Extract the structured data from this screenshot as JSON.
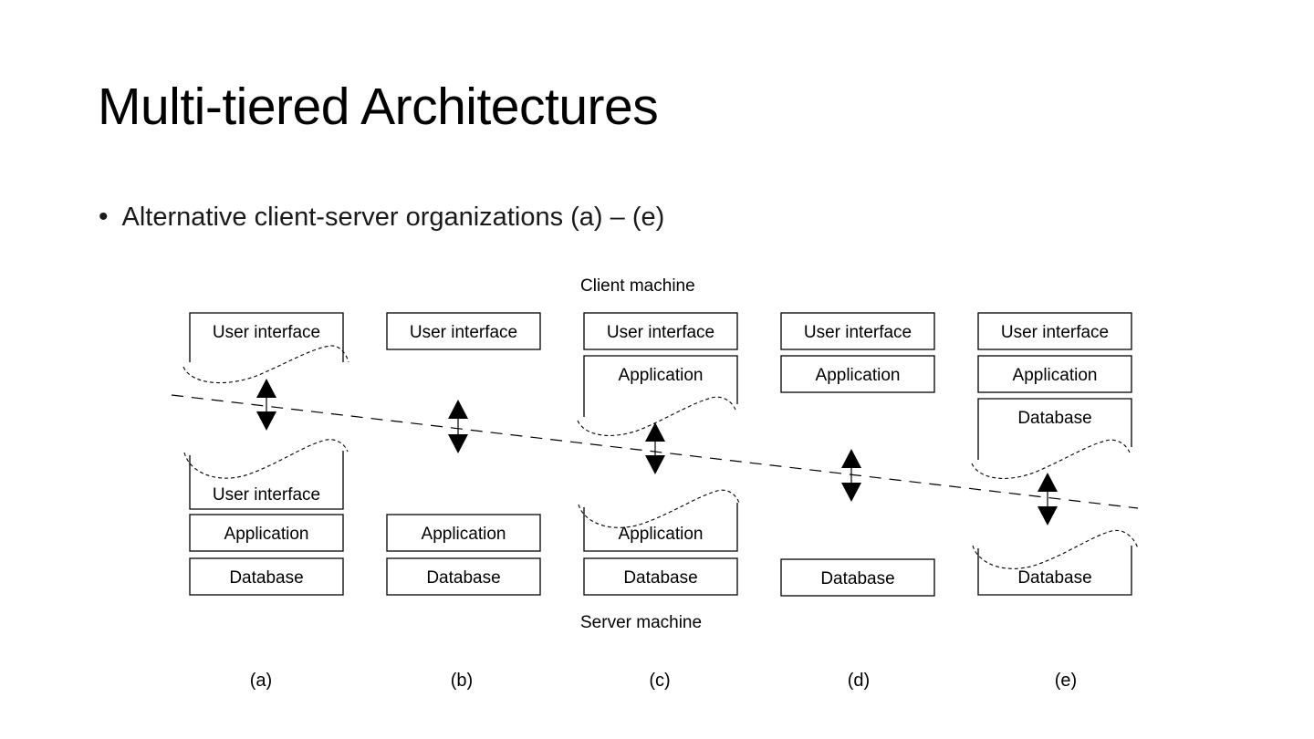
{
  "slide": {
    "title": "Multi-tiered Architectures",
    "bullet_marker": "•",
    "bullet_text": "Alternative client-server organizations (a) – (e)"
  },
  "diagram": {
    "client_machine_label": "Client machine",
    "server_machine_label": "Server machine",
    "colors": {
      "ink": "#000000",
      "background": "#ffffff"
    },
    "columns": [
      {
        "caption": "(a)",
        "boxes": {
          "client_ui": "User interface",
          "server_ui": "User interface",
          "server_app": "Application",
          "server_db": "Database"
        }
      },
      {
        "caption": "(b)",
        "boxes": {
          "client_ui": "User interface",
          "server_app": "Application",
          "server_db": "Database"
        }
      },
      {
        "caption": "(c)",
        "boxes": {
          "client_ui": "User interface",
          "client_app": "Application",
          "server_app": "Application",
          "server_db": "Database"
        }
      },
      {
        "caption": "(d)",
        "boxes": {
          "client_ui": "User interface",
          "client_app": "Application",
          "server_db": "Database"
        }
      },
      {
        "caption": "(e)",
        "boxes": {
          "client_ui": "User interface",
          "client_app": "Application",
          "client_db": "Database",
          "server_db": "Database"
        }
      }
    ]
  }
}
